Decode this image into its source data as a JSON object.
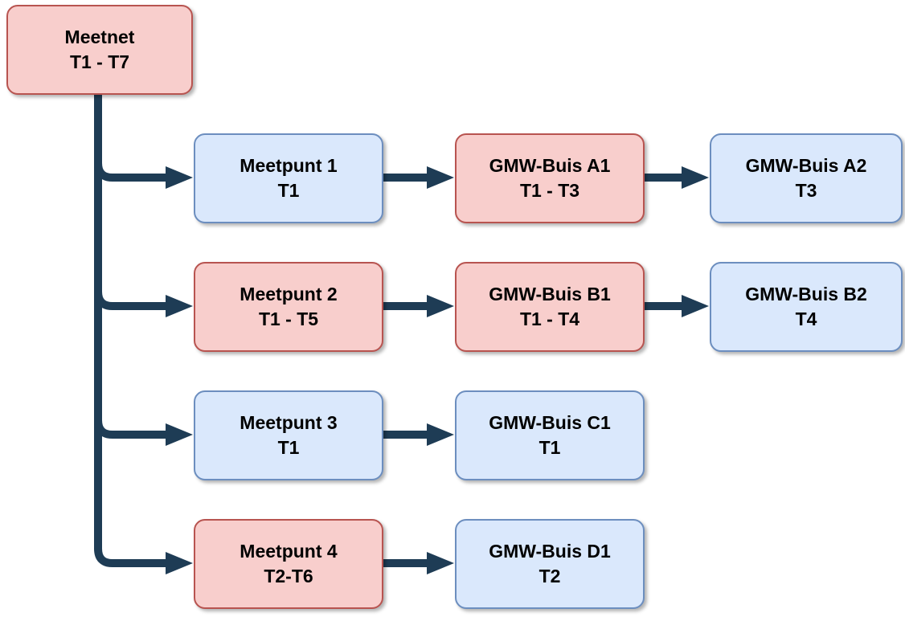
{
  "colors": {
    "red_fill": "#f8cecc",
    "red_border": "#b85450",
    "blue_fill": "#dae8fc",
    "blue_border": "#6c8ebf",
    "arrow": "#1e3c55",
    "text": "#000000"
  },
  "nodes": {
    "meetnet": {
      "line1": "Meetnet",
      "line2": "T1 - T7",
      "color": "red"
    },
    "meetpunt1": {
      "line1": "Meetpunt 1",
      "line2": "T1",
      "color": "blue"
    },
    "meetpunt2": {
      "line1": "Meetpunt 2",
      "line2": "T1 - T5",
      "color": "red"
    },
    "meetpunt3": {
      "line1": "Meetpunt 3",
      "line2": "T1",
      "color": "blue"
    },
    "meetpunt4": {
      "line1": "Meetpunt 4",
      "line2": "T2-T6",
      "color": "red"
    },
    "gmwA1": {
      "line1": "GMW-Buis A1",
      "line2": "T1 - T3",
      "color": "red"
    },
    "gmwA2": {
      "line1": "GMW-Buis A2",
      "line2": "T3",
      "color": "blue"
    },
    "gmwB1": {
      "line1": "GMW-Buis B1",
      "line2": "T1 - T4",
      "color": "red"
    },
    "gmwB2": {
      "line1": "GMW-Buis B2",
      "line2": "T4",
      "color": "blue"
    },
    "gmwC1": {
      "line1": "GMW-Buis C1",
      "line2": "T1",
      "color": "blue"
    },
    "gmwD1": {
      "line1": "GMW-Buis D1",
      "line2": "T2",
      "color": "blue"
    }
  },
  "edges": [
    {
      "from": "meetnet",
      "to": "meetpunt1"
    },
    {
      "from": "meetnet",
      "to": "meetpunt2"
    },
    {
      "from": "meetnet",
      "to": "meetpunt3"
    },
    {
      "from": "meetnet",
      "to": "meetpunt4"
    },
    {
      "from": "meetpunt1",
      "to": "gmwA1"
    },
    {
      "from": "gmwA1",
      "to": "gmwA2"
    },
    {
      "from": "meetpunt2",
      "to": "gmwB1"
    },
    {
      "from": "gmwB1",
      "to": "gmwB2"
    },
    {
      "from": "meetpunt3",
      "to": "gmwC1"
    },
    {
      "from": "meetpunt4",
      "to": "gmwD1"
    }
  ]
}
